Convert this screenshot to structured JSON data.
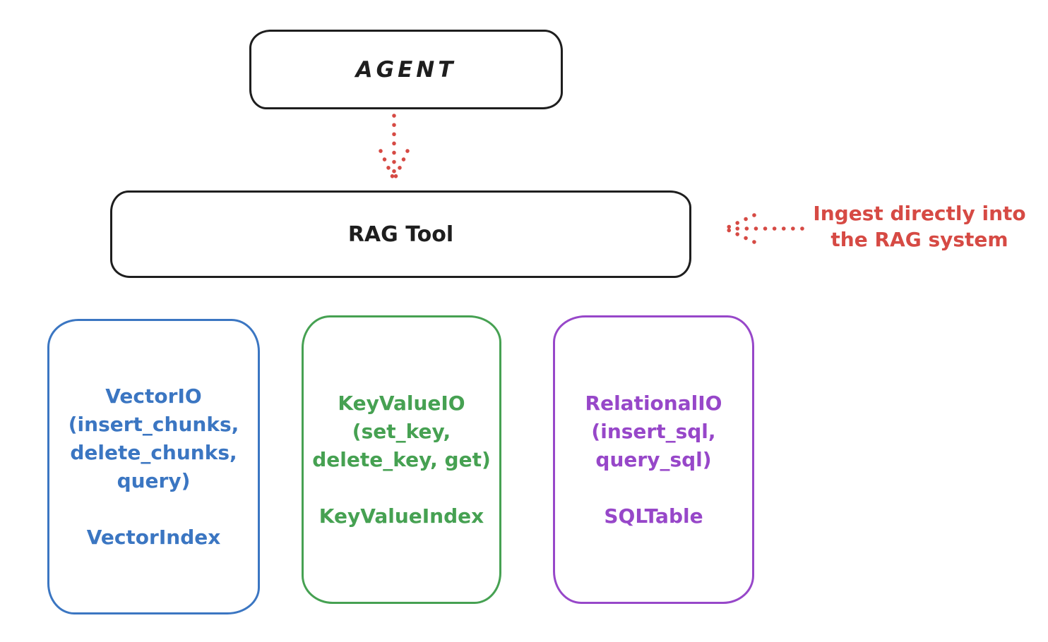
{
  "colors": {
    "ink": "#1e1e1e",
    "red": "#d64a44",
    "blue": "#3b76c2",
    "green": "#46a152",
    "purple": "#9747c9",
    "background": "#ffffff"
  },
  "agent": {
    "label": "AGENT"
  },
  "rag_tool": {
    "label": "RAG Tool"
  },
  "annotation": {
    "line1": "Ingest directly into",
    "line2": "the RAG system"
  },
  "icons": {
    "agent_to_rag_arrow": "dotted-arrow-down",
    "ingest_arrow": "dotted-arrow-left"
  },
  "backends": [
    {
      "name": "vector-io",
      "color": "#3b76c2",
      "lines": [
        "VectorIO",
        "(insert_chunks,",
        "delete_chunks,",
        "query)"
      ],
      "index_label": "VectorIndex"
    },
    {
      "name": "keyvalue-io",
      "color": "#46a152",
      "lines": [
        "KeyValueIO",
        "(set_key,",
        "delete_key, get)"
      ],
      "index_label": "KeyValueIndex"
    },
    {
      "name": "relational-io",
      "color": "#9747c9",
      "lines": [
        "RelationalIO",
        "(insert_sql,",
        "query_sql)"
      ],
      "index_label": "SQLTable"
    }
  ]
}
